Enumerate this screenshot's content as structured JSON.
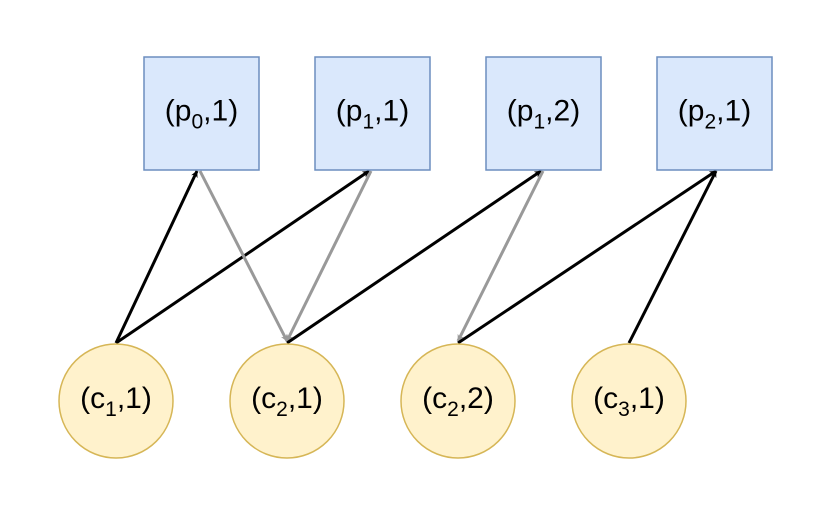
{
  "diagram": {
    "colors": {
      "p_fill": "#dae8fc",
      "p_stroke": "#6c8ebf",
      "c_fill": "#fff2cc",
      "c_stroke": "#d6b656",
      "edge_black": "#000000",
      "edge_gray": "#999999"
    },
    "p_nodes": [
      {
        "id": "p0_1",
        "base": "(p",
        "sub": "0",
        "rest": ",1)"
      },
      {
        "id": "p1_1",
        "base": "(p",
        "sub": "1",
        "rest": ",1)"
      },
      {
        "id": "p1_2",
        "base": "(p",
        "sub": "1",
        "rest": ",2)"
      },
      {
        "id": "p2_1",
        "base": "(p",
        "sub": "2",
        "rest": ",1)"
      }
    ],
    "c_nodes": [
      {
        "id": "c1_1",
        "base": "(c",
        "sub": "1",
        "rest": ",1)"
      },
      {
        "id": "c2_1",
        "base": "(c",
        "sub": "2",
        "rest": ",1)"
      },
      {
        "id": "c2_2",
        "base": "(c",
        "sub": "2",
        "rest": ",2)"
      },
      {
        "id": "c3_1",
        "base": "(c",
        "sub": "3",
        "rest": ",1)"
      }
    ],
    "edges": [
      {
        "from": "c1_1",
        "to": "p0_1",
        "color": "black"
      },
      {
        "from": "c1_1",
        "to": "p1_1",
        "color": "black"
      },
      {
        "from": "p0_1",
        "to": "c2_1",
        "color": "gray"
      },
      {
        "from": "p1_1",
        "to": "c2_1",
        "color": "gray"
      },
      {
        "from": "c2_1",
        "to": "p1_2",
        "color": "black"
      },
      {
        "from": "p1_2",
        "to": "c2_2",
        "color": "gray"
      },
      {
        "from": "c2_2",
        "to": "p2_1",
        "color": "black"
      },
      {
        "from": "c3_1",
        "to": "p2_1",
        "color": "black"
      }
    ]
  }
}
